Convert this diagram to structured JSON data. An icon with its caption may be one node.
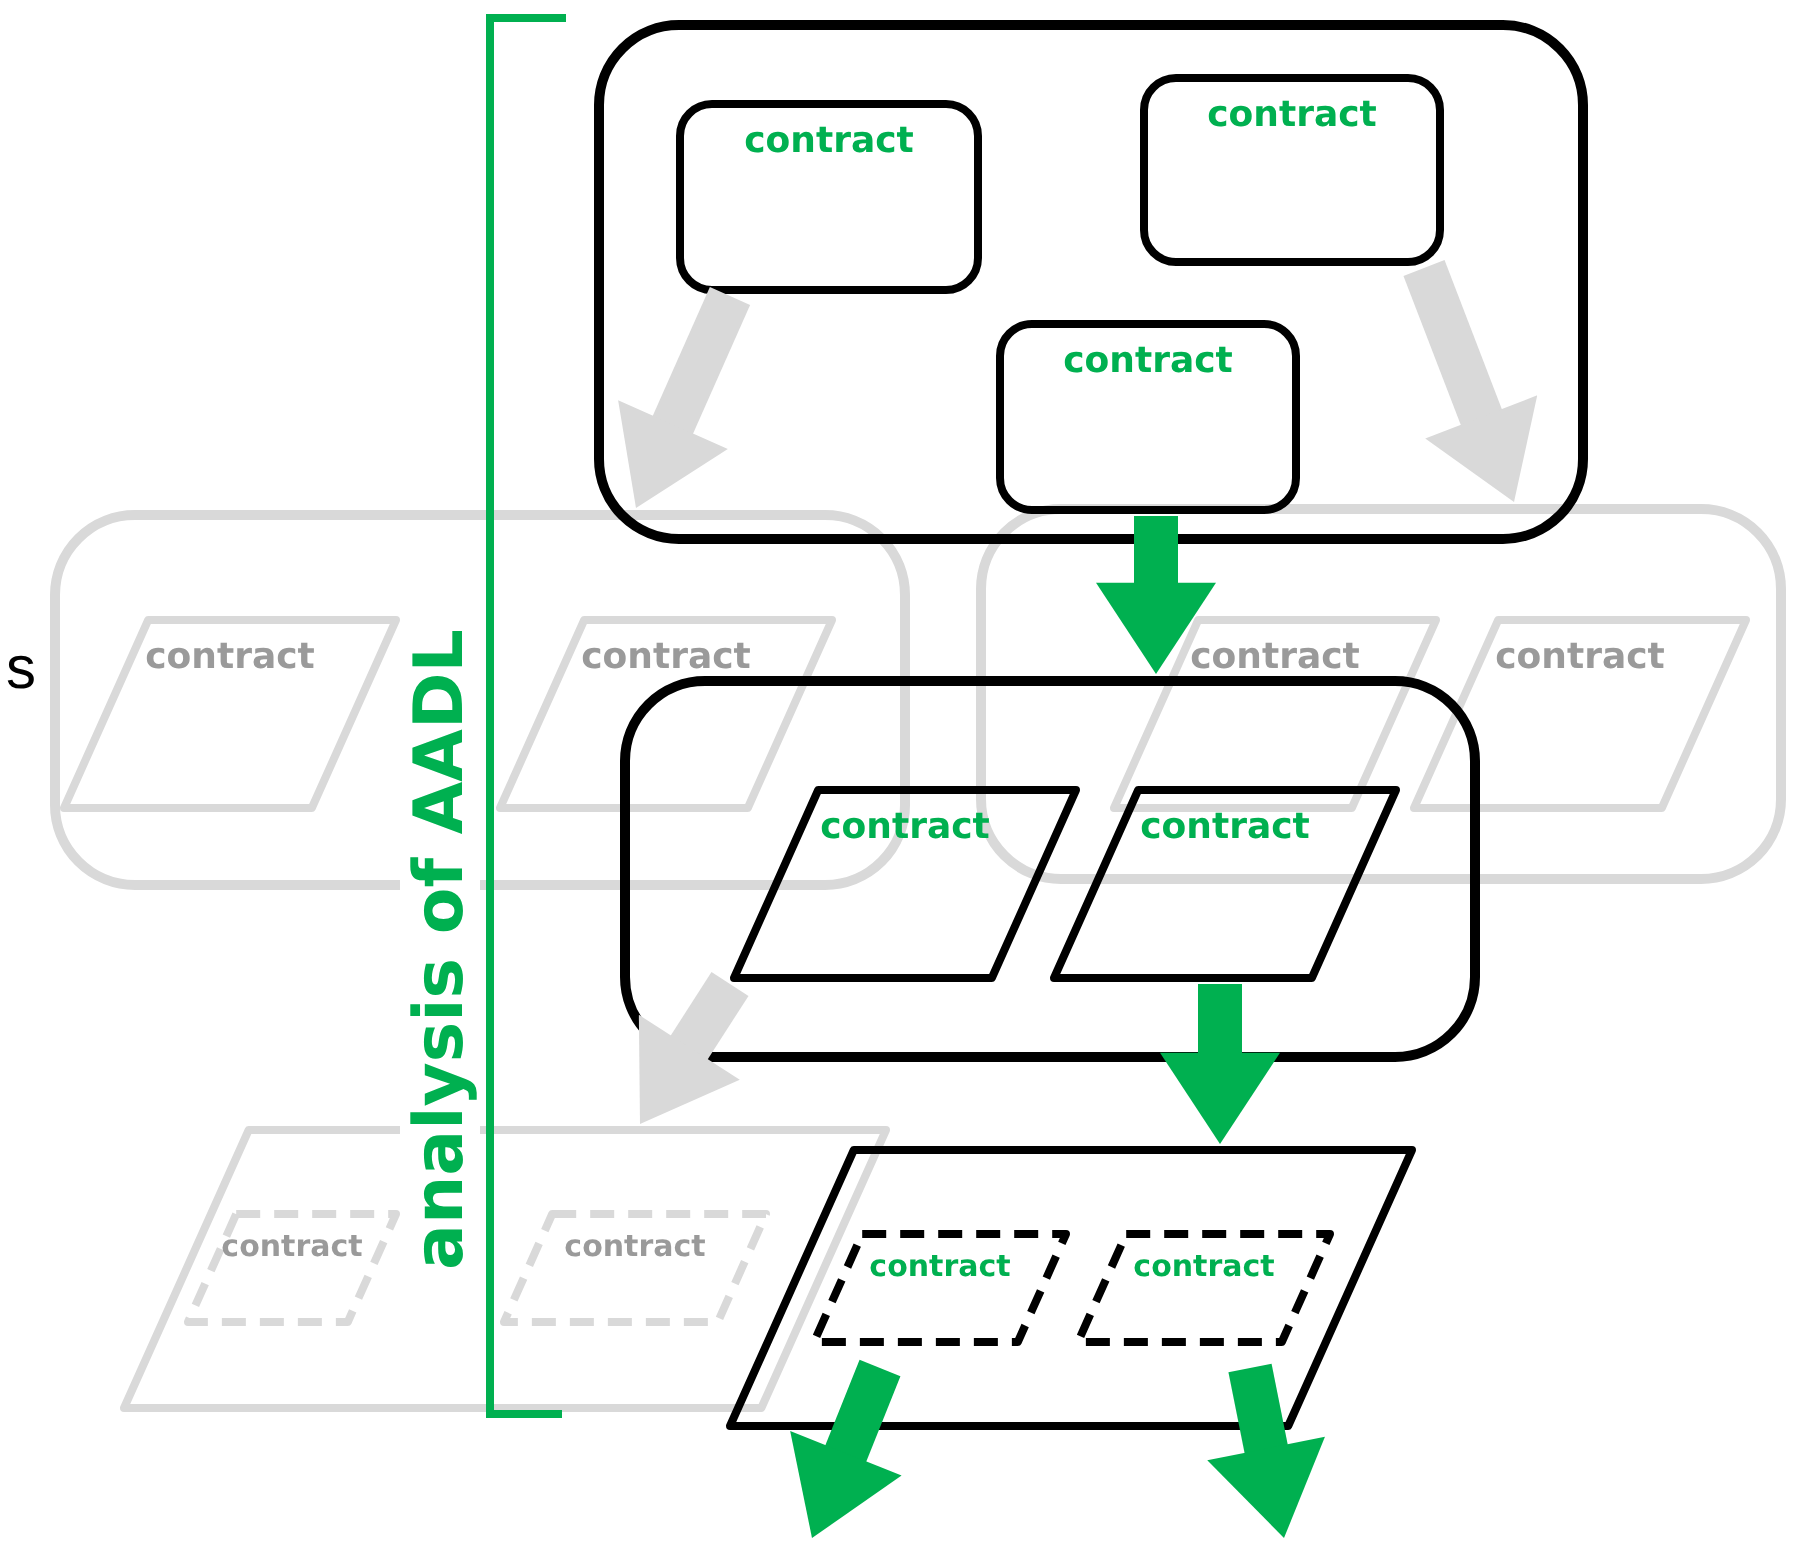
{
  "diagram": {
    "nodes": [
      {
        "text": [],
        "shape": "box"
      },
      {
        "text": [
          "contract"
        ],
        "in": 0
      },
      {
        "text": [
          "contract"
        ],
        "in": 0
      },
      {
        "text": [
          "contract"
        ],
        "in": 0
      },
      {
        "text": [],
        "shape": "box"
      },
      {
        "text": [
          "contract"
        ],
        "in": 4
      },
      {
        "text": [
          "contract"
        ],
        "in": 4
      },
      {
        "text": [],
        "shape": "box"
      },
      {
        "text": [
          "contract"
        ],
        "in": 7
      },
      {
        "text": [
          "contract"
        ],
        "in": 7
      },
      {
        "text": [],
        "shape": "box"
      },
      {
        "text": [
          "contract"
        ],
        "in": 10
      },
      {
        "text": [
          "contract"
        ],
        "in": 10
      },
      {
        "text": [],
        "shape": "parallelogram"
      },
      {
        "text": [
          "contract"
        ],
        "in": 13
      },
      {
        "text": [
          "contract"
        ],
        "in": 13
      },
      {
        "text": [],
        "shape": "parallelogram"
      },
      {
        "text": [
          "contract"
        ],
        "in": 16
      },
      {
        "text": [
          "contract"
        ],
        "in": 16
      }
    ],
    "edges": [
      {
        "from": 1,
        "to": 4,
        "arrow": "to",
        "color": "#d9d9d9"
      },
      {
        "from": 2,
        "to": 7,
        "arrow": "to",
        "color": "#d9d9d9"
      },
      {
        "from": 3,
        "to": 10,
        "arrow": "to"
      },
      {
        "from": 11,
        "to": 13,
        "arrow": "to",
        "color": "#d9d9d9"
      },
      {
        "from": 12,
        "to": 16,
        "arrow": "to"
      },
      {
        "from": 17,
        "to": null,
        "arrow": "to"
      },
      {
        "from": 18,
        "to": null,
        "arrow": "to"
      }
    ],
    "labels": [
      "s",
      "analysis of AADL"
    ]
  }
}
